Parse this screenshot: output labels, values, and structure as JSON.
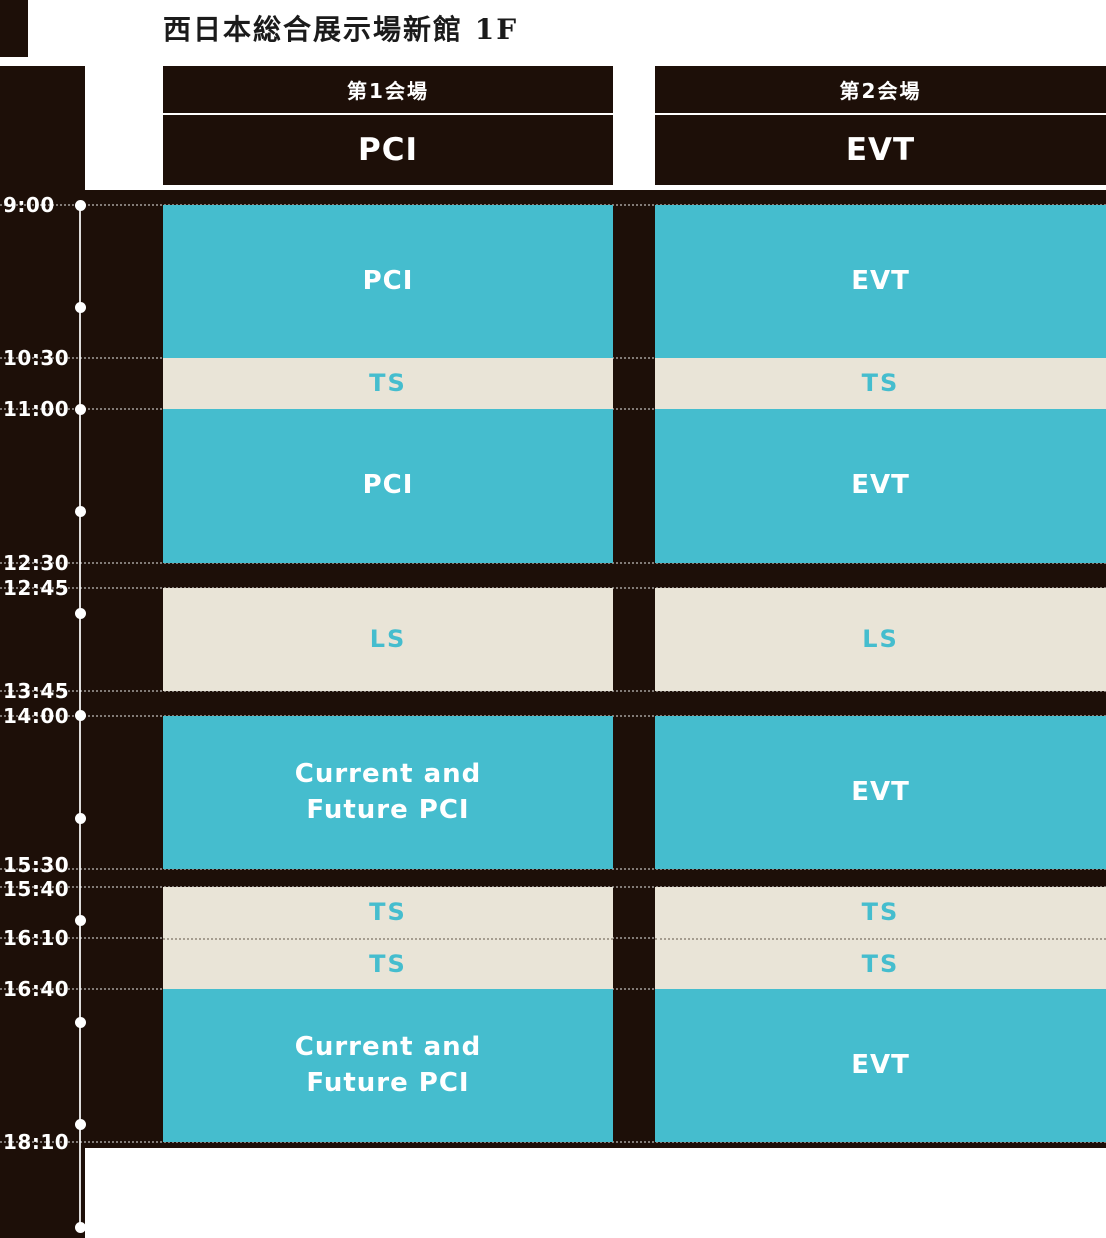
{
  "title": "西日本総合展示場新館 1F",
  "colors": {
    "background": "#ffffff",
    "dark": "#1d0f08",
    "teal": "#45bdce",
    "cream": "#e9e4d7",
    "white": "#ffffff"
  },
  "chart_data": {
    "type": "table",
    "title": "西日本総合展示場新館 1F",
    "time_axis": {
      "tick_labels": [
        "9:00",
        "10:30",
        "11:00",
        "12:30",
        "12:45",
        "13:45",
        "14:00",
        "15:30",
        "15:40",
        "16:10",
        "16:40",
        "18:10"
      ],
      "hour_dots": [
        "9:00",
        "10:00",
        "11:00",
        "12:00",
        "13:00",
        "14:00",
        "15:00",
        "16:00",
        "17:00",
        "18:00",
        "19:00"
      ],
      "range": [
        "9:00",
        "19:00"
      ]
    },
    "columns": [
      {
        "venue": "第1会場",
        "track": "PCI",
        "sessions": [
          {
            "start": "9:00",
            "end": "10:30",
            "label": "PCI",
            "kind": "session"
          },
          {
            "start": "10:30",
            "end": "11:00",
            "label": "TS",
            "kind": "short"
          },
          {
            "start": "11:00",
            "end": "12:30",
            "label": "PCI",
            "kind": "session"
          },
          {
            "start": "12:45",
            "end": "13:45",
            "label": "LS",
            "kind": "short"
          },
          {
            "start": "14:00",
            "end": "15:30",
            "label": "Current and\nFuture PCI",
            "kind": "session"
          },
          {
            "start": "15:40",
            "end": "16:10",
            "label": "TS",
            "kind": "short"
          },
          {
            "start": "16:10",
            "end": "16:40",
            "label": "TS",
            "kind": "short"
          },
          {
            "start": "16:40",
            "end": "18:10",
            "label": "Current and\nFuture PCI",
            "kind": "session"
          }
        ]
      },
      {
        "venue": "第2会場",
        "track": "EVT",
        "sessions": [
          {
            "start": "9:00",
            "end": "10:30",
            "label": "EVT",
            "kind": "session"
          },
          {
            "start": "10:30",
            "end": "11:00",
            "label": "TS",
            "kind": "short"
          },
          {
            "start": "11:00",
            "end": "12:30",
            "label": "EVT",
            "kind": "session"
          },
          {
            "start": "12:45",
            "end": "13:45",
            "label": "LS",
            "kind": "short"
          },
          {
            "start": "14:00",
            "end": "15:30",
            "label": "EVT",
            "kind": "session"
          },
          {
            "start": "15:40",
            "end": "16:10",
            "label": "TS",
            "kind": "short"
          },
          {
            "start": "16:10",
            "end": "16:40",
            "label": "TS",
            "kind": "short"
          },
          {
            "start": "16:40",
            "end": "18:10",
            "label": "EVT",
            "kind": "session"
          }
        ]
      }
    ]
  }
}
